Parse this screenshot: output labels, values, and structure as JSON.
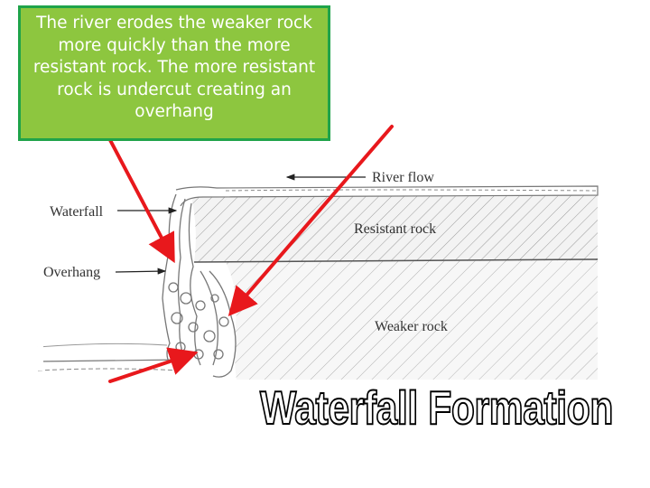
{
  "callout": {
    "text": "The river  erodes the weaker rock more quickly than the more resistant rock. The more resistant rock is undercut creating an overhang"
  },
  "diagram": {
    "labels": {
      "river_flow": "River flow",
      "waterfall": "Waterfall",
      "resistant_rock": "Resistant rock",
      "overhang": "Overhang",
      "weaker_rock": "Weaker rock"
    }
  },
  "title": "Waterfall Formation",
  "colors": {
    "callout_fill": "#8dc63f",
    "callout_border": "#1fa34a",
    "arrow": "#e8181c"
  }
}
